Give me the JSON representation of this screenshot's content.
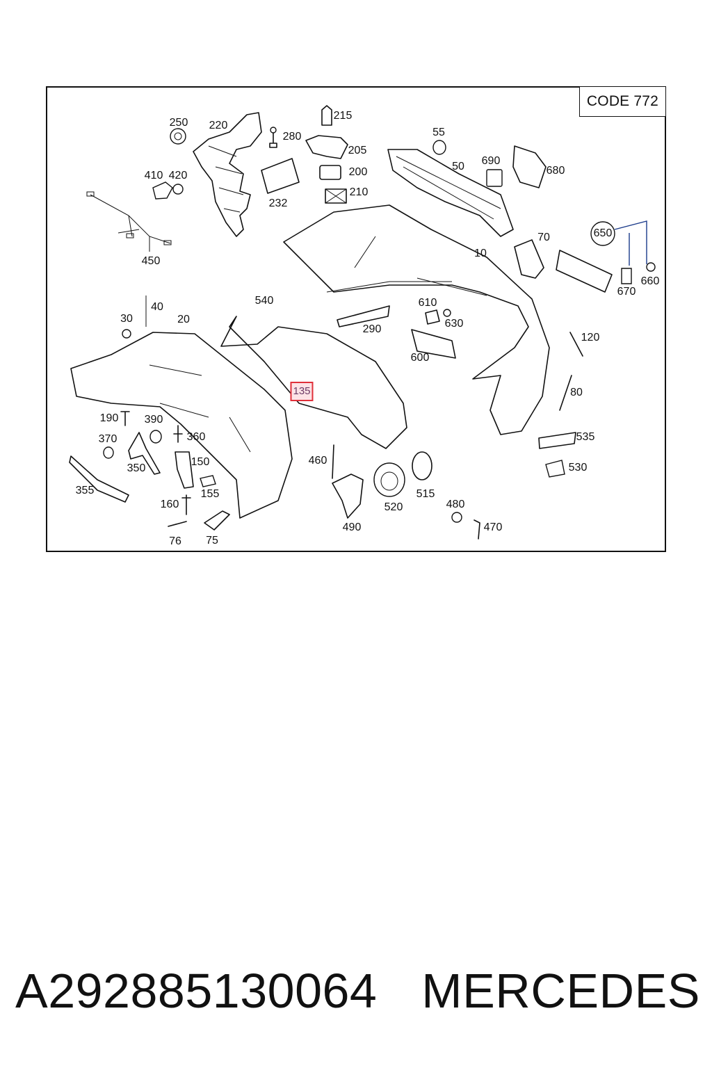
{
  "diagram": {
    "code_label": "CODE 772",
    "highlighted_label": "135",
    "labels": [
      {
        "id": "250",
        "text": "250"
      },
      {
        "id": "220",
        "text": "220"
      },
      {
        "id": "280",
        "text": "280"
      },
      {
        "id": "215",
        "text": "215"
      },
      {
        "id": "205",
        "text": "205"
      },
      {
        "id": "200",
        "text": "200"
      },
      {
        "id": "210",
        "text": "210"
      },
      {
        "id": "410",
        "text": "410"
      },
      {
        "id": "420",
        "text": "420"
      },
      {
        "id": "232",
        "text": "232"
      },
      {
        "id": "450",
        "text": "450"
      },
      {
        "id": "55",
        "text": "55"
      },
      {
        "id": "50",
        "text": "50"
      },
      {
        "id": "690",
        "text": "690"
      },
      {
        "id": "680",
        "text": "680"
      },
      {
        "id": "10",
        "text": "10"
      },
      {
        "id": "70",
        "text": "70"
      },
      {
        "id": "650",
        "text": "650"
      },
      {
        "id": "670",
        "text": "670"
      },
      {
        "id": "660",
        "text": "660"
      },
      {
        "id": "40",
        "text": "40"
      },
      {
        "id": "30",
        "text": "30"
      },
      {
        "id": "20",
        "text": "20"
      },
      {
        "id": "540",
        "text": "540"
      },
      {
        "id": "290",
        "text": "290"
      },
      {
        "id": "610",
        "text": "610"
      },
      {
        "id": "630",
        "text": "630"
      },
      {
        "id": "600",
        "text": "600"
      },
      {
        "id": "120",
        "text": "120"
      },
      {
        "id": "80",
        "text": "80"
      },
      {
        "id": "190",
        "text": "190"
      },
      {
        "id": "390",
        "text": "390"
      },
      {
        "id": "370",
        "text": "370"
      },
      {
        "id": "360",
        "text": "360"
      },
      {
        "id": "350",
        "text": "350"
      },
      {
        "id": "150",
        "text": "150"
      },
      {
        "id": "355",
        "text": "355"
      },
      {
        "id": "155",
        "text": "155"
      },
      {
        "id": "160",
        "text": "160"
      },
      {
        "id": "76",
        "text": "76"
      },
      {
        "id": "75",
        "text": "75"
      },
      {
        "id": "460",
        "text": "460"
      },
      {
        "id": "490",
        "text": "490"
      },
      {
        "id": "520",
        "text": "520"
      },
      {
        "id": "515",
        "text": "515"
      },
      {
        "id": "480",
        "text": "480"
      },
      {
        "id": "470",
        "text": "470"
      },
      {
        "id": "535",
        "text": "535"
      },
      {
        "id": "530",
        "text": "530"
      }
    ]
  },
  "footer": {
    "part_number": "A292885130064",
    "brand": "MERCEDES"
  },
  "colors": {
    "highlight_border": "#e0303a",
    "highlight_fill": "#fde3e6",
    "leader_blue": "#1a3a8a"
  }
}
